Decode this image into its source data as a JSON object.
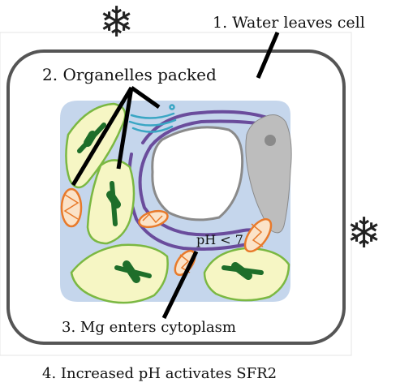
{
  "labels": {
    "step1": "1. Water leaves cell",
    "step2": "2. Organelles packed",
    "step3": "3. Mg enters cytoplasm",
    "step4": "4. Increased pH activates SFR2",
    "ph": "pH < 7"
  },
  "icons": {
    "snowflake": "snowflake-icon"
  },
  "colors": {
    "cell_wall": "#555555",
    "cytoplasm": "#c5d6ec",
    "chloroplast_fill": "#f6f6c4",
    "chloroplast_outline": "#7bb842",
    "thylakoid": "#1e6e2a",
    "mitochondria": "#e87a2b",
    "er": "#6a4c9c",
    "golgi": "#3aa6c4",
    "nucleus": "#bdbdbd",
    "nucleolus": "#8a8a8a"
  }
}
